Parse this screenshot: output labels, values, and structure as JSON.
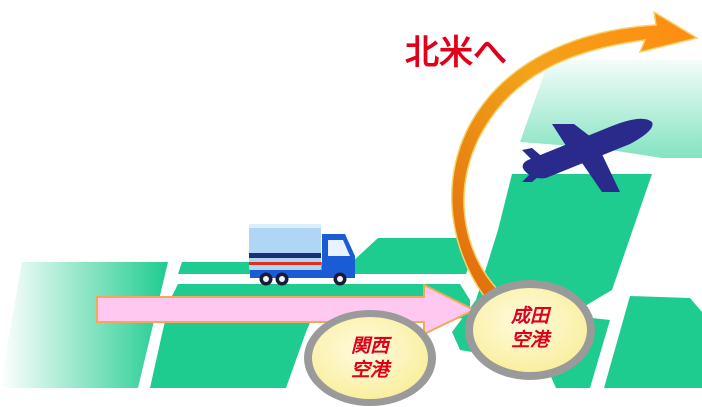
{
  "title": "北米へ",
  "airports": {
    "kansai": {
      "line1": "関西",
      "line2": "空港"
    },
    "narita": {
      "line1": "成田",
      "line2": "空港"
    }
  },
  "colors": {
    "land": "#1fcc8f",
    "route_arrow": "#ffc8f0",
    "route_arrow_border": "#f4a85a",
    "export_arrow": "#f08a14",
    "airport_fill": "#fdf7b8",
    "airport_ring": "#9a9a9a",
    "airport_text": "#e0001a",
    "title": "#e0001a",
    "airplane": "#2a2a8c",
    "truck_cab": "#1a5bd6"
  },
  "icons": [
    "truck-icon",
    "airplane-icon"
  ]
}
